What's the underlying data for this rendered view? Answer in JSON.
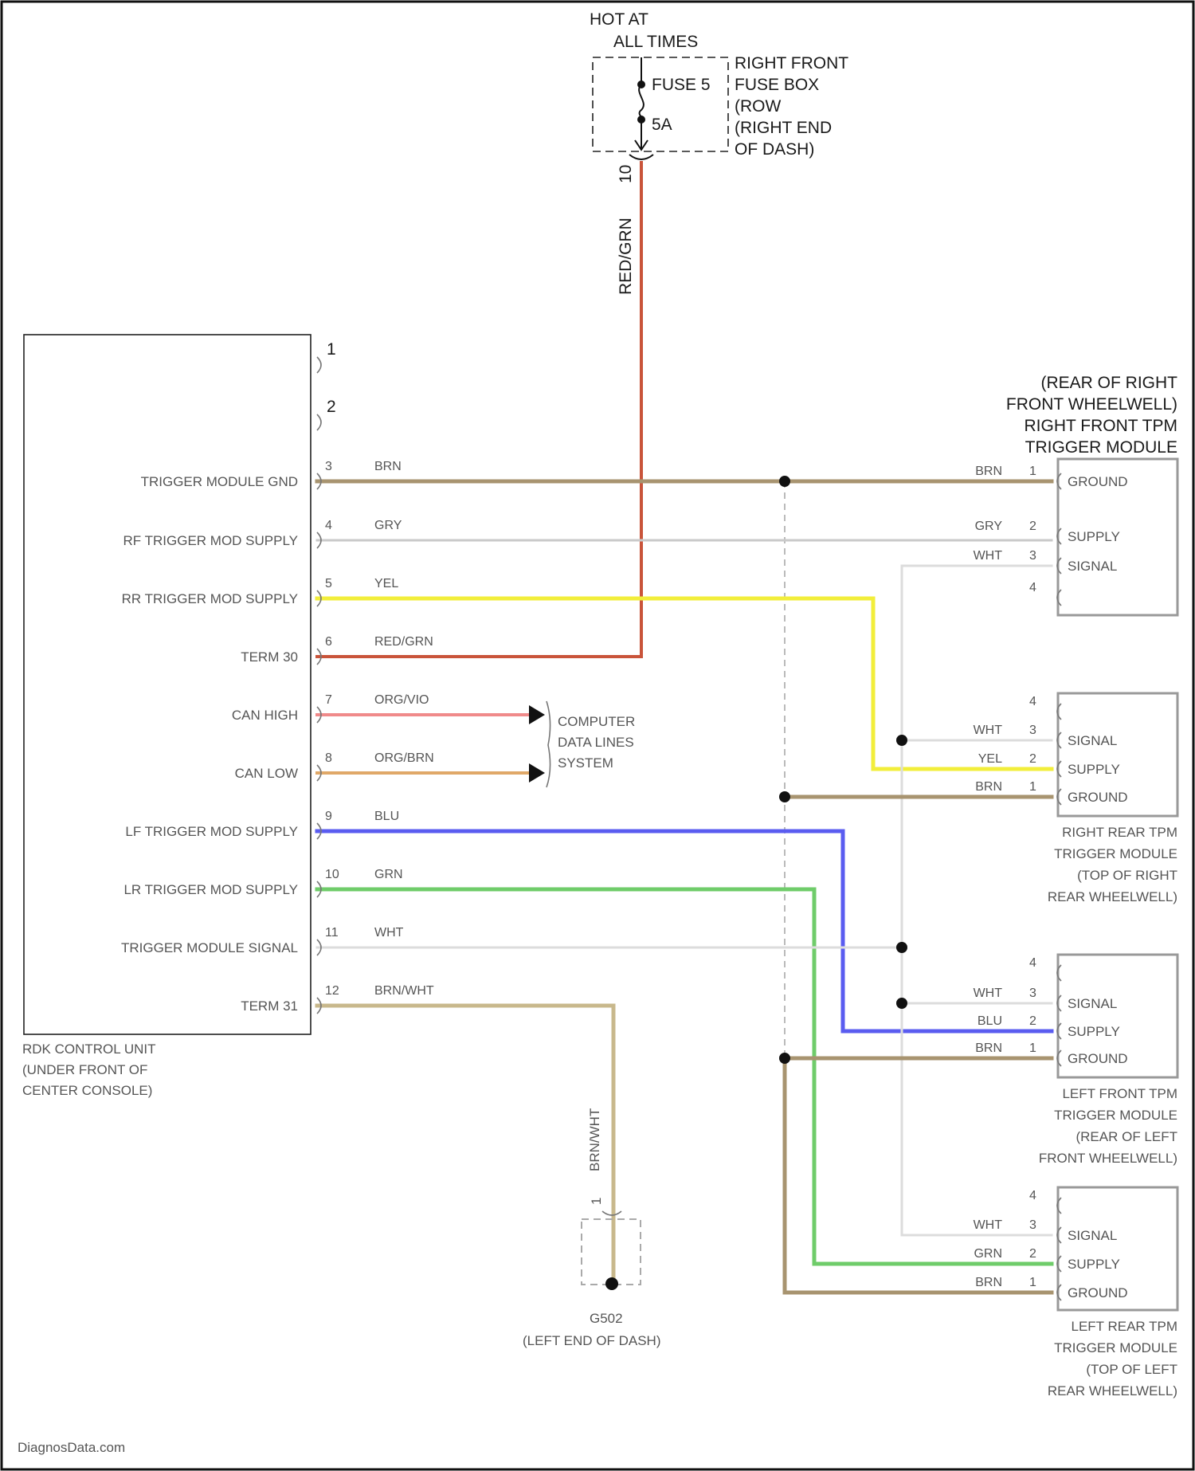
{
  "power": {
    "hot_line1": "HOT AT",
    "hot_line2": "ALL TIMES",
    "fuse_name": "FUSE 5",
    "fuse_rating": "5A",
    "fusebox_lines": [
      "RIGHT FRONT",
      "FUSE BOX",
      "(ROW",
      "(RIGHT END",
      "OF DASH)"
    ],
    "terminal": "10",
    "wire_color": "RED/GRN"
  },
  "control_unit": {
    "top_pins": [
      "1",
      "2"
    ],
    "pins": [
      {
        "num": "3",
        "label": "TRIGGER MODULE GND",
        "wire": "BRN"
      },
      {
        "num": "4",
        "label": "RF TRIGGER MOD SUPPLY",
        "wire": "GRY"
      },
      {
        "num": "5",
        "label": "RR TRIGGER MOD SUPPLY",
        "wire": "YEL"
      },
      {
        "num": "6",
        "label": "TERM 30",
        "wire": "RED/GRN"
      },
      {
        "num": "7",
        "label": "CAN HIGH",
        "wire": "ORG/VIO"
      },
      {
        "num": "8",
        "label": "CAN LOW",
        "wire": "ORG/BRN"
      },
      {
        "num": "9",
        "label": "LF TRIGGER MOD SUPPLY",
        "wire": "BLU"
      },
      {
        "num": "10",
        "label": "LR TRIGGER MOD SUPPLY",
        "wire": "GRN"
      },
      {
        "num": "11",
        "label": "TRIGGER MODULE SIGNAL",
        "wire": "WHT"
      },
      {
        "num": "12",
        "label": "TERM 31",
        "wire": "BRN/WHT"
      }
    ],
    "name_lines": [
      "RDK CONTROL UNIT",
      "(UNDER FRONT OF",
      "CENTER CONSOLE)"
    ]
  },
  "data_lines": [
    "COMPUTER",
    "DATA LINES",
    "SYSTEM"
  ],
  "ground": {
    "wire": "BRN/WHT",
    "pin": "1",
    "name_lines": [
      "G502",
      "(LEFT END OF DASH)"
    ]
  },
  "modules": [
    {
      "key": "rf",
      "caption_above": true,
      "caption": [
        "(REAR OF RIGHT",
        "FRONT WHEELWELL)",
        "RIGHT FRONT TPM",
        "TRIGGER MODULE"
      ],
      "pins": [
        {
          "num": "1",
          "wire": "BRN",
          "label": "GROUND"
        },
        {
          "num": "2",
          "wire": "GRY",
          "label": "SUPPLY"
        },
        {
          "num": "3",
          "wire": "WHT",
          "label": "SIGNAL"
        },
        {
          "num": "4",
          "wire": "",
          "label": ""
        }
      ]
    },
    {
      "key": "rr",
      "caption_above": false,
      "caption": [
        "RIGHT REAR TPM",
        "TRIGGER MODULE",
        "(TOP OF RIGHT",
        "REAR WHEELWELL)"
      ],
      "pins": [
        {
          "num": "4",
          "wire": "",
          "label": ""
        },
        {
          "num": "3",
          "wire": "WHT",
          "label": "SIGNAL"
        },
        {
          "num": "2",
          "wire": "YEL",
          "label": "SUPPLY"
        },
        {
          "num": "1",
          "wire": "BRN",
          "label": "GROUND"
        }
      ]
    },
    {
      "key": "lf",
      "caption_above": false,
      "caption": [
        "LEFT FRONT TPM",
        "TRIGGER MODULE",
        "(REAR OF LEFT",
        "FRONT WHEELWELL)"
      ],
      "pins": [
        {
          "num": "4",
          "wire": "",
          "label": ""
        },
        {
          "num": "3",
          "wire": "WHT",
          "label": "SIGNAL"
        },
        {
          "num": "2",
          "wire": "BLU",
          "label": "SUPPLY"
        },
        {
          "num": "1",
          "wire": "BRN",
          "label": "GROUND"
        }
      ]
    },
    {
      "key": "lr",
      "caption_above": false,
      "caption": [
        "LEFT REAR TPM",
        "TRIGGER MODULE",
        "(TOP OF LEFT",
        "REAR WHEELWELL)"
      ],
      "pins": [
        {
          "num": "4",
          "wire": "",
          "label": ""
        },
        {
          "num": "3",
          "wire": "WHT",
          "label": "SIGNAL"
        },
        {
          "num": "2",
          "wire": "GRN",
          "label": "SUPPLY"
        },
        {
          "num": "1",
          "wire": "BRN",
          "label": "GROUND"
        }
      ]
    }
  ],
  "watermark": "DiagnosData.com",
  "colors": {
    "BRN": "#a89470",
    "GRY": "#c9c9c9",
    "YEL": "#f2ee3a",
    "RED/GRN": "#c9543a",
    "ORG/VIO": "#f08a8a",
    "ORG/BRN": "#e0a868",
    "BLU": "#5a5cf0",
    "GRN": "#6fcc6a",
    "WHT": "#dcdcdc",
    "BRN/WHT": "#c8b88c",
    "SPLICE": "#aaaaaa"
  }
}
